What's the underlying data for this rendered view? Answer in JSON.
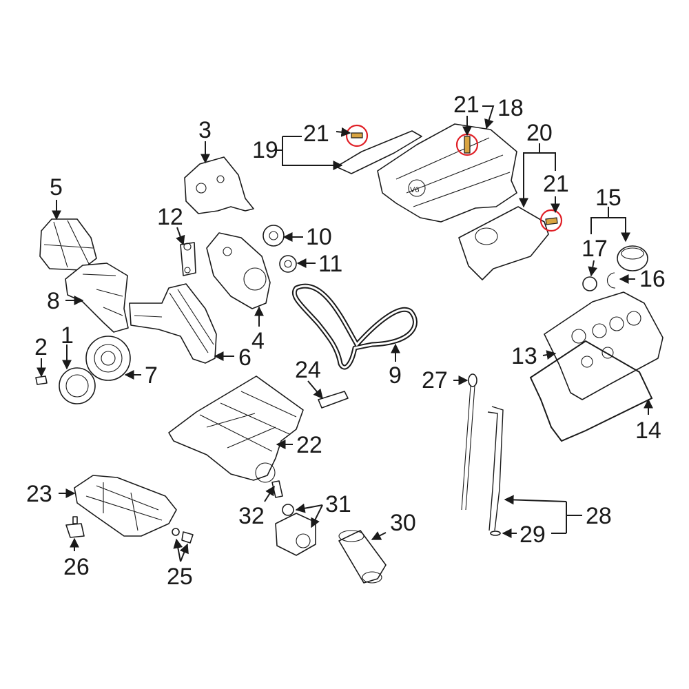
{
  "callouts": {
    "c1": "1",
    "c2": "2",
    "c3": "3",
    "c4": "4",
    "c5": "5",
    "c6": "6",
    "c7": "7",
    "c8": "8",
    "c9": "9",
    "c10": "10",
    "c11": "11",
    "c12": "12",
    "c13": "13",
    "c14": "14",
    "c15": "15",
    "c16": "16",
    "c17": "17",
    "c18": "18",
    "c19": "19",
    "c20": "20",
    "c21a": "21",
    "c21b": "21",
    "c21c": "21",
    "c22": "22",
    "c23": "23",
    "c24": "24",
    "c25": "25",
    "c26": "26",
    "c27": "27",
    "c28": "28",
    "c29": "29",
    "c30": "30",
    "c31": "31",
    "c32": "32"
  },
  "colors": {
    "line": "#1a1a1a",
    "highlight": "#e01f26",
    "fastener": "#d9a441"
  },
  "emblem_text": "V6"
}
